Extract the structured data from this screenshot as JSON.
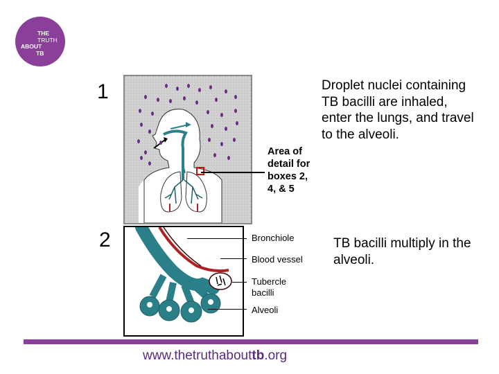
{
  "logo": {
    "line1": "THE",
    "line2": "TRUTH",
    "line3": "ABOUT",
    "line4": "TB"
  },
  "steps": [
    {
      "number": "1",
      "caption": "Droplet nuclei containing TB bacilli are inhaled, enter the lungs, and travel to the alveoli."
    },
    {
      "number": "2",
      "caption": "TB bacilli multiply in the alveoli."
    }
  ],
  "figure1": {
    "area_label": "Area of detail for boxes 2, 4, & 5"
  },
  "figure2": {
    "labels": {
      "bronchiole": "Bronchiole",
      "blood_vessel": "Blood vessel",
      "tubercle_bacilli": "Tubercle bacilli",
      "alveoli": "Alveoli"
    }
  },
  "footer": {
    "url_prefix": "www.thetruthabout",
    "url_bold": "tb",
    "url_suffix": ".org"
  },
  "colors": {
    "brand_purple": "#8a3f98",
    "bronchiole_teal": "#2a7f88",
    "droplet_purple": "#6b2c86",
    "vessel_red": "#b02020"
  }
}
